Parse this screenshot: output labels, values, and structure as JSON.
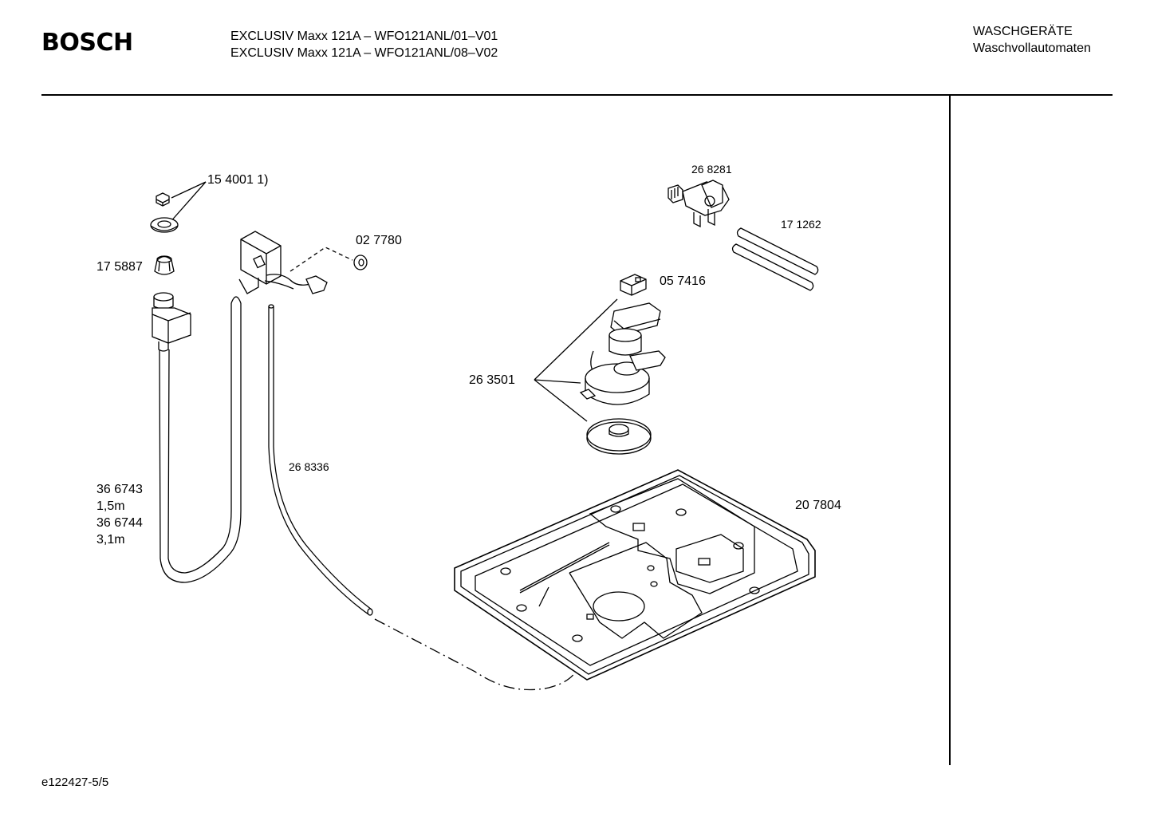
{
  "header": {
    "brand": "BOSCH",
    "model_line_1": "EXCLUSIV Maxx 121A – WFO121ANL/01–V01",
    "model_line_2": "EXCLUSIV Maxx 121A – WFO121ANL/08–V02",
    "category": "WASCHGERÄTE",
    "subcategory": "Waschvollautomaten"
  },
  "parts": {
    "p154001": "15 4001 1)",
    "p175887": "17 5887",
    "p027780": "02 7780",
    "p268281": "26 8281",
    "p171262": "17 1262",
    "p057416": "05 7416",
    "p263501": "26 3501",
    "p268336": "26 8336",
    "p207804": "20 7804",
    "hose": {
      "code_a": "36 6743",
      "len_a": "1,5m",
      "code_b": "36 6744",
      "len_b": "3,1m"
    }
  },
  "footer": {
    "drawing_id": "e122427-5/5"
  }
}
